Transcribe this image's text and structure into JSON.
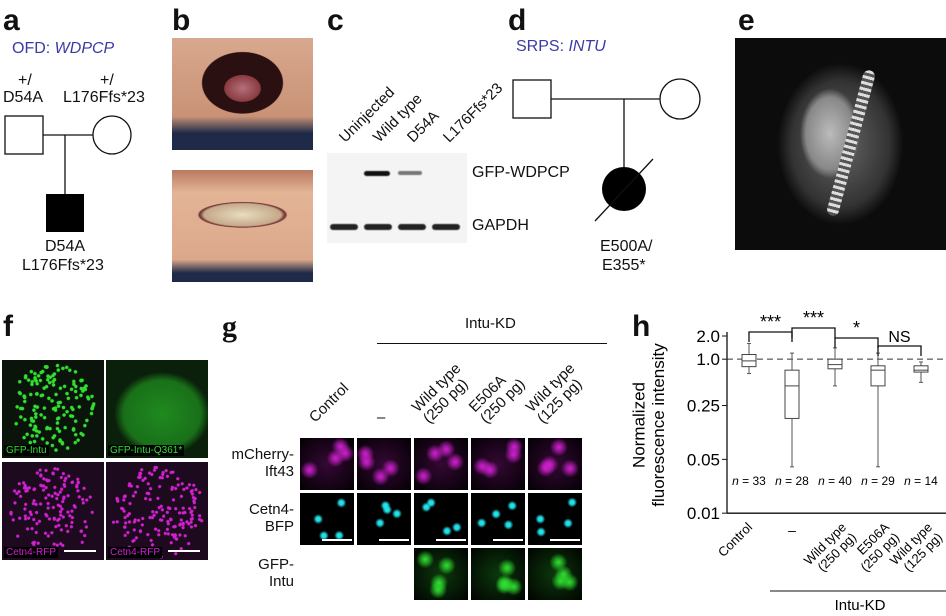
{
  "panels": {
    "a": {
      "label": "a",
      "title_prefix": "OFD: ",
      "title_gene": "WDPCP",
      "father_genotype": [
        "+/",
        "D54A"
      ],
      "mother_genotype": [
        "+/",
        "L176Ffs*23"
      ],
      "child_genotype": [
        "D54A",
        "L176Ffs*23"
      ]
    },
    "b": {
      "label": "b"
    },
    "c": {
      "label": "c",
      "lanes": [
        "Uninjected",
        "Wild type",
        "D54A",
        "L176Ffs*23"
      ],
      "bands": [
        "GFP-WDPCP",
        "GAPDH"
      ]
    },
    "d": {
      "label": "d",
      "title_prefix": "SRPS: ",
      "title_gene": "INTU",
      "child_genotype": [
        "E500A/",
        "E355*"
      ]
    },
    "e": {
      "label": "e"
    },
    "f": {
      "label": "f",
      "images": [
        "GFP-Intu",
        "GFP-Intu-Q361*",
        "Cetn4-RFP",
        "Cetn4-RFP"
      ]
    },
    "g": {
      "label": "g",
      "group": "Intu-KD",
      "columns": [
        "Control",
        "–",
        "Wild type\n(250 pg)",
        "E506A\n(250 pg)",
        "Wild type\n(125 pg)"
      ],
      "rows": [
        [
          "mCherry-",
          "Ift43"
        ],
        [
          "Cetn4-",
          "BFP"
        ],
        [
          "GFP-",
          "Intu"
        ]
      ]
    },
    "h": {
      "label": "h"
    }
  },
  "colors": {
    "title_blue": "#3b3aa6",
    "magenta": "#d020d0",
    "cyan": "#20e0e8",
    "green": "#30e030"
  },
  "chart_data": {
    "type": "box",
    "ylabel": "Normalized fluorescence intensity",
    "yscale": "log",
    "ylim": [
      0.01,
      2.0
    ],
    "yticks": [
      "2.0",
      "1.0",
      "0.25",
      "0.05",
      "0.01"
    ],
    "ytick_values": [
      2.0,
      1.0,
      0.25,
      0.05,
      0.01
    ],
    "reference_line": 1.0,
    "categories": [
      "Control",
      "–",
      "Wild type (250 pg)",
      "E506A (250 pg)",
      "Wild type (125 pg)"
    ],
    "category_lines": [
      [
        "Control"
      ],
      [
        "–"
      ],
      [
        "Wild type",
        "(250 pg)"
      ],
      [
        "E506A",
        "(250 pg)"
      ],
      [
        "Wild type",
        "(125 pg)"
      ]
    ],
    "group_label": "Intu-KD",
    "n_labels": [
      "n = 33",
      "n = 28",
      "n = 40",
      "n = 29",
      "n = 14"
    ],
    "boxes": [
      {
        "min": 0.65,
        "q1": 0.8,
        "median": 0.95,
        "q3": 1.15,
        "max": 1.6
      },
      {
        "min": 0.04,
        "q1": 0.17,
        "median": 0.45,
        "q3": 0.72,
        "max": 1.2
      },
      {
        "min": 0.45,
        "q1": 0.75,
        "median": 0.85,
        "q3": 1.0,
        "max": 1.4
      },
      {
        "min": 0.04,
        "q1": 0.45,
        "median": 0.72,
        "q3": 0.82,
        "max": 1.2
      },
      {
        "min": 0.5,
        "q1": 0.68,
        "median": 0.72,
        "q3": 0.82,
        "max": 0.92
      }
    ],
    "significance": [
      "***",
      "***",
      "*",
      "NS"
    ]
  }
}
